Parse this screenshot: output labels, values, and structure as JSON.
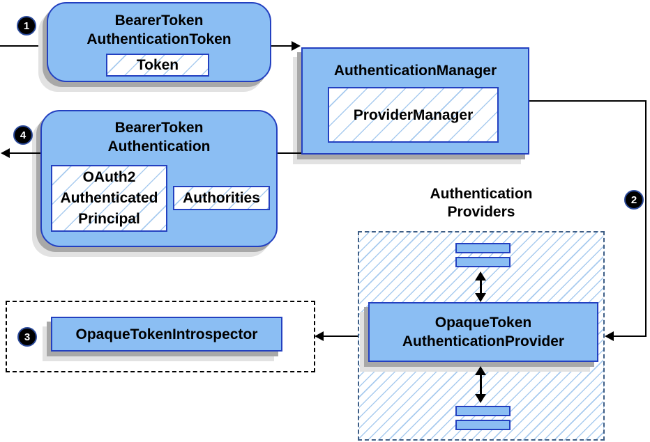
{
  "colors": {
    "canvas_bg": "#FFFFFF",
    "node_fill": "#8BBEF3",
    "node_border": "#2340C0",
    "hatch_line": "#A8CBEF",
    "providers_border": "#3D5D85",
    "introspector_group_border": "#000000",
    "connector": "#000000",
    "badge_bg": "#000000",
    "badge_text": "#FFFFFF",
    "badge_ring": "#2B4A9B",
    "shadow_dark": "#A8A8A8",
    "shadow_light": "#E2E2E2"
  },
  "badges": {
    "step1": "1",
    "step2": "2",
    "step3": "3",
    "step4": "4"
  },
  "nodes": {
    "bearer_token_authentication_token": {
      "title_line1": "BearerToken",
      "title_line2": "AuthenticationToken",
      "token_chip": "Token"
    },
    "authentication_manager": {
      "title": "AuthenticationManager",
      "provider_manager_chip": "ProviderManager"
    },
    "bearer_token_authentication": {
      "title_line1": "BearerToken",
      "title_line2": "Authentication",
      "principal_chip_line1": "OAuth2",
      "principal_chip_line2": "Authenticated",
      "principal_chip_line3": "Principal",
      "authorities_chip": "Authorities"
    },
    "authentication_providers": {
      "title_line1": "Authentication",
      "title_line2": "Providers"
    },
    "opaque_token_authentication_provider": {
      "title_line1": "OpaqueToken",
      "title_line2": "AuthenticationProvider"
    },
    "opaque_token_introspector": {
      "title": "OpaqueTokenIntrospector"
    }
  }
}
